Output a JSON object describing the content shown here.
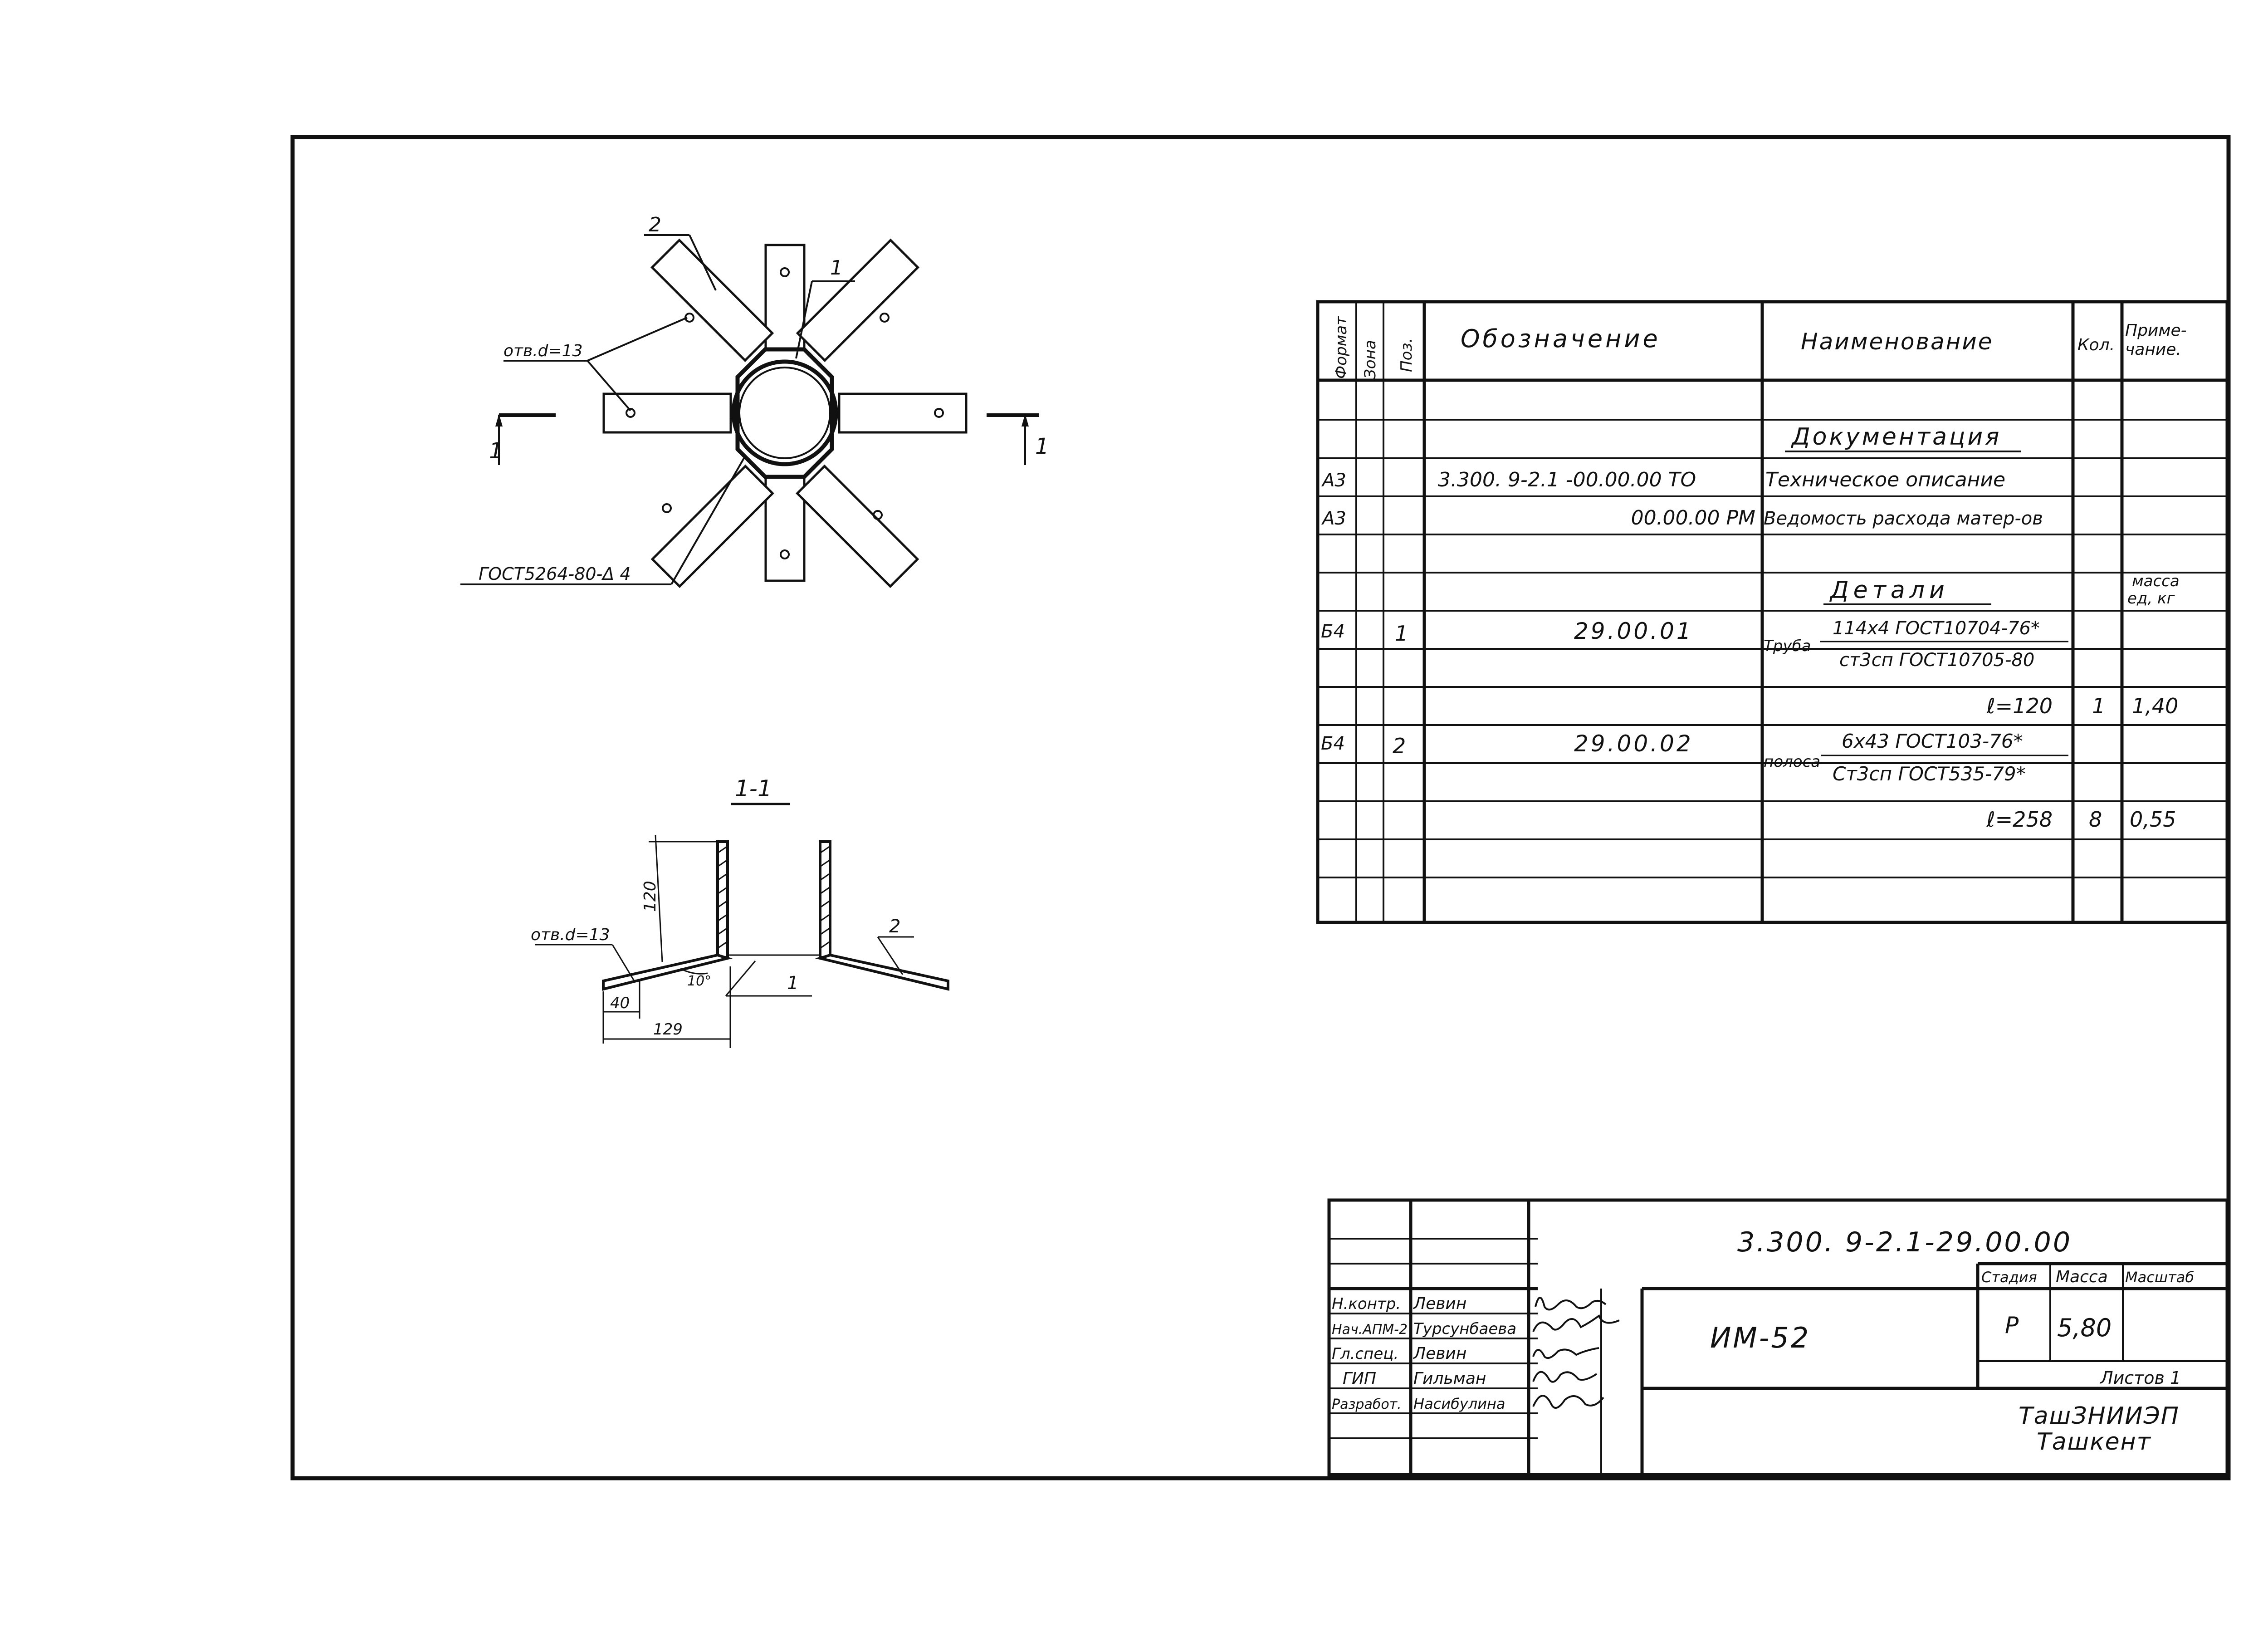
{
  "plan_view": {
    "pos_label_2": "2",
    "pos_label_1": "1",
    "hole_note": "отв.d=13",
    "section_mark_left": "1",
    "section_mark_right": "1",
    "weld_note": "ГОСТ5264-80-Δ 4"
  },
  "section_view": {
    "title": "1-1",
    "dim_height": "120",
    "dim_40": "40",
    "dim_129": "129",
    "angle": "10°",
    "hole_note": "отв.d=13",
    "pos_label_1": "1",
    "pos_label_2": "2"
  },
  "spec_table": {
    "headers": {
      "format": "Формат",
      "zone": "Зона",
      "pos": "Поз.",
      "designation": "Обозначение",
      "name": "Наименование",
      "qty": "Кол.",
      "note_line1": "Приме-",
      "note_line2": "чание."
    },
    "section_docs": "Документация",
    "doc_rows": [
      {
        "format": "А3",
        "designation": "3.300. 9-2.1 -00.00.00 ТО",
        "name": "Техническое описание"
      },
      {
        "format": "А3",
        "designation": "00.00.00 РМ",
        "name": "Ведомость расхода матер-ов"
      }
    ],
    "section_parts": "Детали",
    "mass_note_line1": "масса",
    "mass_note_line2": "ед, кг",
    "parts": [
      {
        "format": "Б4",
        "pos": "1",
        "designation": "29.00.01",
        "name_prefix": "Труба",
        "name_line1": "114х4 ГОСТ10704-76*",
        "name_line2": "ст3сп ГОСТ10705-80",
        "length": "ℓ=120",
        "qty": "1",
        "mass": "1,40"
      },
      {
        "format": "Б4",
        "pos": "2",
        "designation": "29.00.02",
        "name_prefix": "полоса",
        "name_line1": "6х43 ГОСТ103-76*",
        "name_line2": "Ст3сп ГОСТ535-79*",
        "length": "ℓ=258",
        "qty": "8",
        "mass": "0,55"
      }
    ]
  },
  "title_block": {
    "doc_code": "3.300. 9-2.1-29.00.00",
    "product": "ИМ-52",
    "stage_label": "Стадия",
    "mass_label": "Масса",
    "scale_label": "Масштаб",
    "stage": "Р",
    "mass": "5,80",
    "sheets": "Листов 1",
    "org_line1": "ТашЗНИИЭП",
    "org_line2": "Ташкент",
    "signers": [
      {
        "role": "Н.контр.",
        "name": "Левин"
      },
      {
        "role": "Нач.АПМ-2",
        "name": "Турсунбаева"
      },
      {
        "role": "Гл.спец.",
        "name": "Левин"
      },
      {
        "role": "ГИП",
        "name": "Гильман"
      },
      {
        "role": "Разработ.",
        "name": "Насибулина"
      }
    ]
  }
}
